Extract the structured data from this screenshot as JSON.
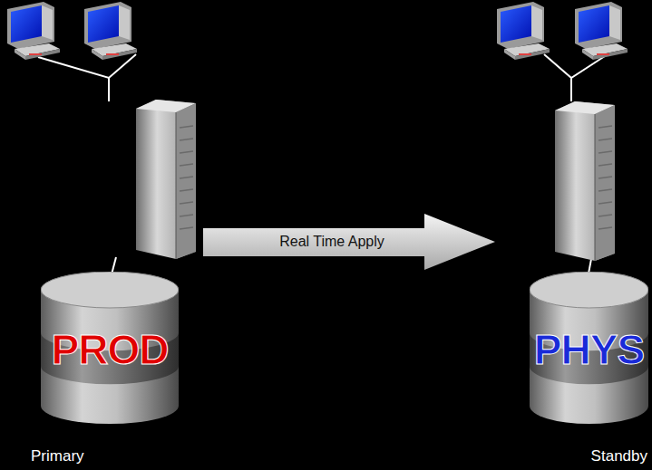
{
  "diagram": {
    "nodes": [
      {
        "text": [
          "Real Time Apply"
        ]
      },
      {
        "text": [
          "PROD"
        ]
      },
      {
        "text": [
          "PHYS"
        ]
      }
    ],
    "labels": [
      "Primary",
      "Standby"
    ]
  }
}
